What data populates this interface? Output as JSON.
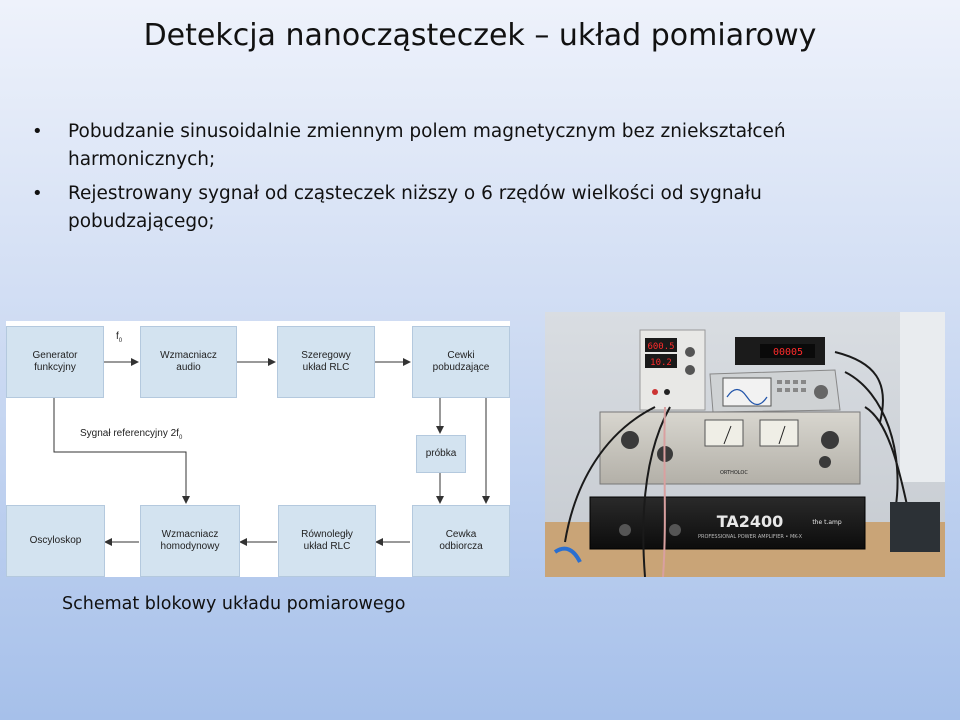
{
  "slide": {
    "title": "Detekcja nanocząsteczek – układ pomiarowy",
    "bullets": [
      "Pobudzanie sinusoidalnie zmiennym polem magnetycznym bez zniekształceń harmonicznych;",
      "Rejestrowany sygnał od cząsteczek niższy o 6 rzędów wielkości od sygnału pobudzającego;"
    ],
    "caption": "Schemat blokowy układu pomiarowego"
  },
  "diagram": {
    "blocks": {
      "generator": "Generator\nfunkcyjny",
      "amp_audio": "Wzmacniacz\naudio",
      "rlc_series": "Szeregowy\nukład RLC",
      "coils_excite": "Cewki\npobudzające",
      "sample": "próbka",
      "oscilloscope": "Oscyloskop",
      "amp_homodyne": "Wzmacniacz\nhomodynowy",
      "rlc_parallel": "Równoległy\nukład RLC",
      "coil_receive": "Cewka\nodbiorcza"
    },
    "labels": {
      "f0": "f",
      "f0_sub": "0",
      "ref_signal": "Sygnał referencyjny 2f",
      "ref_sub": "0"
    }
  },
  "photo": {
    "psu_display_top": "600.5",
    "psu_display_bottom": "10.2",
    "meter_display": "00005",
    "amp_brand": "TA2400",
    "amp_brand_sub": "the t.amp",
    "amp_subtitle": "PROFESSIONAL POWER AMPLIFIER • MK-X",
    "receiver_brand": "ORTHOLOC"
  },
  "colors": {
    "block_fill": "#d3e3f0",
    "arrow": "#333333"
  }
}
